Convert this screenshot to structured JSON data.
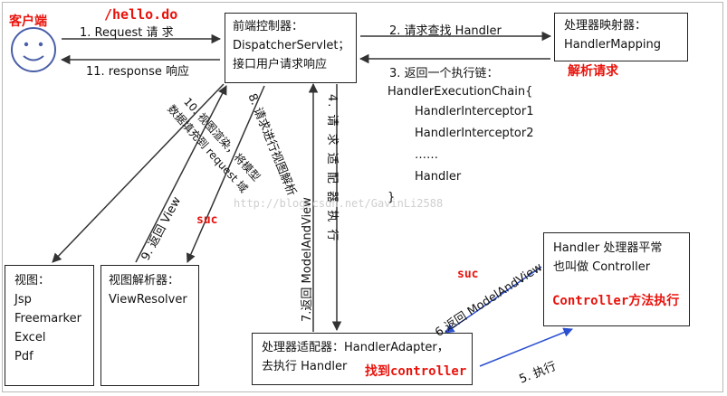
{
  "client": {
    "label": "客户端",
    "url": "/hello.do"
  },
  "arrows": {
    "a1": "1.  Request  请 求",
    "a11": "11. response  响应",
    "a2": "2.  请求查找 Handler",
    "a3": "3.  返回一个执行链：",
    "a4": "4. 请 求 适 配 器 执 行",
    "a5": "5. 执行",
    "a6": "6.返回 ModelAndView",
    "a7": "7.返回 ModelAndView",
    "a8": "8. 请求进行视图解析",
    "a9": "9. 返回 View",
    "a10a": "10. 视图渲染，将模型",
    "a10b": "数据填充到 request 域"
  },
  "annotations": {
    "suc1": "suc",
    "suc2": "suc"
  },
  "dispatcher": {
    "line1": "前端控制器：",
    "line2": "DispatcherServlet；",
    "line3": "接口用户请求响应"
  },
  "mapping": {
    "line1": "处理器映射器：",
    "line2": "HandlerMapping",
    "note": "解析请求"
  },
  "chain": {
    "head": "HandlerExecutionChain{",
    "items": [
      "HandlerInterceptor1",
      "HandlerInterceptor2",
      "……",
      "Handler"
    ],
    "tail": "}"
  },
  "controller": {
    "line1": "Handler 处理器平常",
    "line2": "也叫做 Controller",
    "note": "Controller方法执行"
  },
  "adapter": {
    "line1": "处理器适配器：HandlerAdapter，",
    "line2": "去执行 Handler",
    "note": "找到controller"
  },
  "view": {
    "title": "视图：",
    "items": [
      "Jsp",
      "Freemarker",
      "Excel",
      "Pdf"
    ]
  },
  "resolver": {
    "line1": "视图解析器：",
    "line2": "ViewResolver"
  },
  "watermark": "http://blog.csdn.net/GavinLi2588"
}
